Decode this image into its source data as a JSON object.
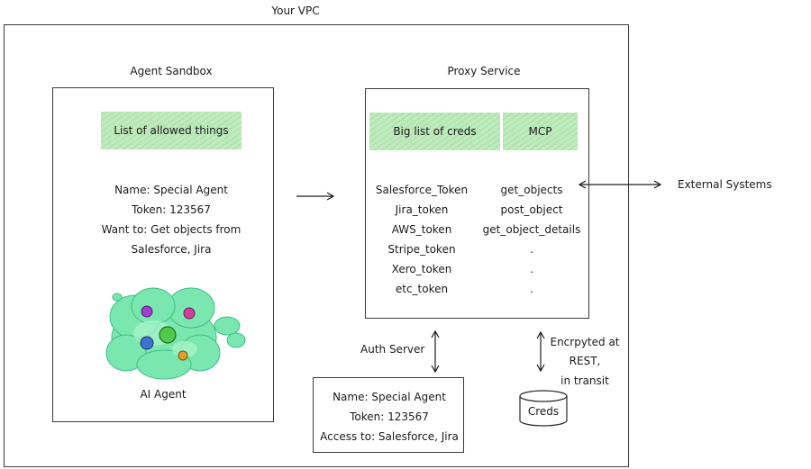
{
  "vpc": {
    "title": "Your VPC"
  },
  "sandbox": {
    "title": "Agent Sandbox",
    "allowed_label": "List of allowed things",
    "lines": [
      "Name: Special Agent",
      "Token: 123567",
      "Want to: Get objects from",
      "Salesforce, Jira"
    ],
    "agent_label": "AI Agent"
  },
  "proxy": {
    "title": "Proxy Service",
    "creds_header": "Big list of creds",
    "mcp_header": "MCP",
    "creds": [
      "Salesforce_Token",
      "Jira_token",
      "AWS_token",
      "Stripe_token",
      "Xero_token",
      "etc_token"
    ],
    "mcp": [
      "get_objects",
      "post_object",
      "get_object_details",
      ".",
      ".",
      "."
    ]
  },
  "external": {
    "label": "External Systems"
  },
  "auth": {
    "label": "Auth Server",
    "lines": [
      "Name: Special Agent",
      "Token: 123567",
      "Access to: Salesforce, Jira"
    ]
  },
  "encryption": {
    "lines": [
      "Encrpyted at",
      "REST,",
      "in transit"
    ]
  },
  "db": {
    "label": "Creds"
  },
  "colors": {
    "hatch": "#bfeabd",
    "agent": "#7be7b0"
  }
}
